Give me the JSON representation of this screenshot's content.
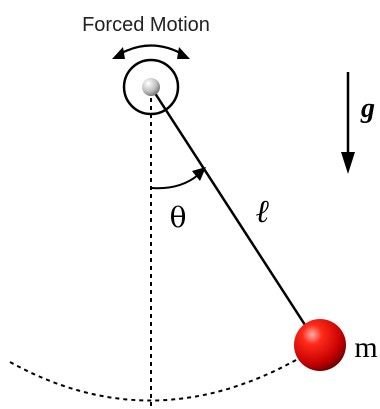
{
  "title": "Forced Motion",
  "labels": {
    "gravity": "g",
    "length": "ℓ",
    "angle": "θ",
    "mass": "m"
  },
  "colors": {
    "bob": "#e01010",
    "rod": "#000000",
    "pivot": "#c8c8c8"
  }
}
